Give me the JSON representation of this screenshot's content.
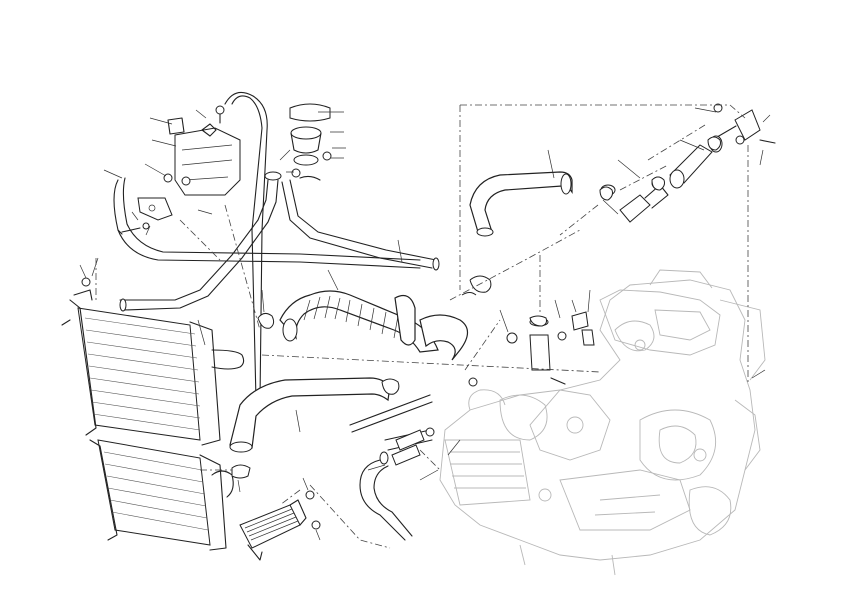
{
  "diagram": {
    "colors": {
      "line": "#222222",
      "engine": "#b8b8b8",
      "background": "#ffffff"
    },
    "groups": [
      "expansion-tank",
      "tank-bracket",
      "thermostat-cap",
      "radiator-upper",
      "radiator-lower",
      "oil-cooler",
      "large-coolant-hose",
      "lower-coolant-hose",
      "bypass-hose",
      "upper-right-hose",
      "thermostat-housing",
      "temperature-sensor",
      "engine-block"
    ]
  }
}
